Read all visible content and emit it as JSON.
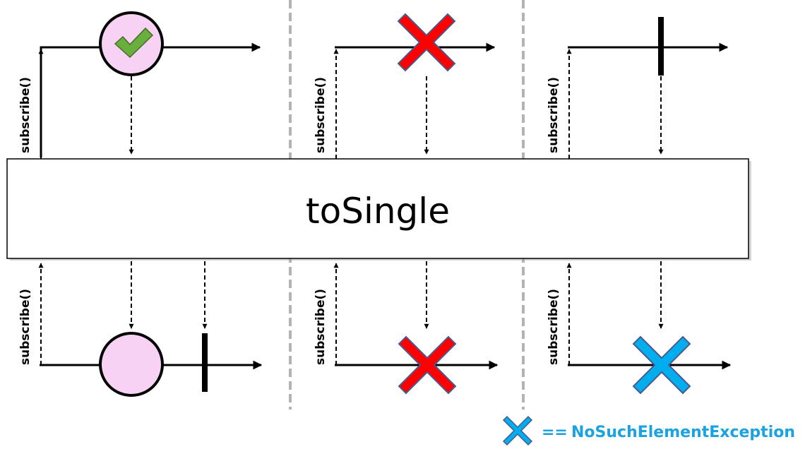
{
  "operator": {
    "label": "toSingle"
  },
  "subscribe_label": "subscribe()",
  "legend": {
    "equals": "==",
    "label": "NoSuchElementException",
    "icon": "cross-icon",
    "color": "#1aa3e0"
  },
  "colors": {
    "success_circle": "#f8d2f4",
    "checkmark": "#6aae3e",
    "error_cross": "#ff0000",
    "exception_cross": "#00adef",
    "divider": "#b3b3b3"
  },
  "scenarios": [
    {
      "upstream": "single item (success)",
      "downstream": "item then completion"
    },
    {
      "upstream": "error",
      "downstream": "error"
    },
    {
      "upstream": "completion without items",
      "downstream": "NoSuchElementException"
    }
  ]
}
